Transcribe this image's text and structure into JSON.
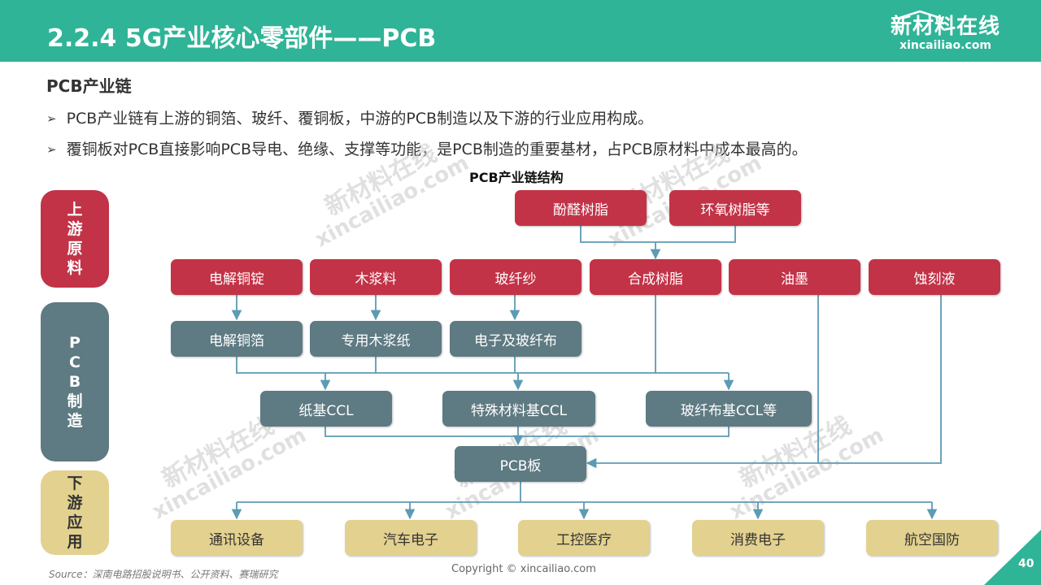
{
  "header": {
    "title": "2.2.4 5G产业核心零部件——PCB",
    "logo_cn": "新材料在线",
    "logo_en": "xincailiao.com"
  },
  "subheading": "PCB产业链",
  "bullets": [
    "PCB产业链有上游的铜箔、玻纤、覆铜板，中游的PCB制造以及下游的行业应用构成。",
    "覆铜板对PCB直接影响PCB导电、绝缘、支撑等功能，是PCB制造的重要基材，占PCB原材料中成本最高的。"
  ],
  "chart_title": "PCB产业链结构",
  "watermark": {
    "cn": "新材料在线",
    "en": "xincailiao.com"
  },
  "stages": {
    "upstream": "上游原料",
    "midstream": "PCB制造",
    "downstream": "下游应用"
  },
  "nodes": {
    "phenolic_resin": "酚醛树脂",
    "epoxy_resin": "环氧树脂等",
    "electrolytic_copper_ingot": "电解铜锭",
    "wood_pulp": "木浆料",
    "glass_fiber_yarn": "玻纤纱",
    "synthetic_resin": "合成树脂",
    "ink": "油墨",
    "etching_liquid": "蚀刻液",
    "electrolytic_copper_foil": "电解铜箔",
    "special_pulp_paper": "专用木浆纸",
    "electronic_glass_cloth": "电子及玻纤布",
    "paper_ccl": "纸基CCL",
    "special_material_ccl": "特殊材料基CCL",
    "glass_cloth_ccl": "玻纤布基CCL等",
    "pcb_board": "PCB板",
    "communication_equipment": "通讯设备",
    "automotive_electronics": "汽车电子",
    "industrial_medical": "工控医疗",
    "consumer_electronics": "消费电子",
    "aerospace_defense": "航空国防"
  },
  "footer": {
    "source": "Source：深南电路招股说明书、公开资料、赛瑞研究",
    "copyright": "Copyright © xincailiao.com",
    "page_number": "40"
  },
  "colors": {
    "header_green": "#2fb497",
    "upstream_red": "#c23347",
    "midstream_gray": "#5e7a82",
    "downstream_yellow": "#e3d18f",
    "connector_blue": "#5c9bb3"
  }
}
